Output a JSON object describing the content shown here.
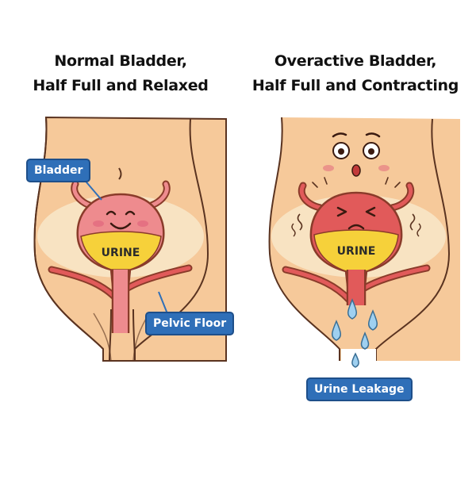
{
  "panels": {
    "left": {
      "title_line1": "Normal Bladder,",
      "title_line2": "Half Full and Relaxed",
      "label_bladder": "Bladder",
      "label_urine": "URINE",
      "label_pelvic_floor": "Pelvic Floor"
    },
    "right": {
      "title_line1": "Overactive Bladder,",
      "title_line2": "Half Full and Contracting",
      "label_urine": "URINE",
      "label_leakage": "Urine Leakage"
    }
  },
  "colors": {
    "skin": "#f6c99a",
    "skin_shadow": "#f0b57c",
    "pelvis_glow": "#f8e6c7",
    "bladder_left": "#ee8b8e",
    "bladder_right": "#e15a5a",
    "urine": "#f6d13a",
    "outline": "#8a3b2a",
    "label_blue": "#2f6fb8",
    "drop": "#9fd0f0"
  }
}
